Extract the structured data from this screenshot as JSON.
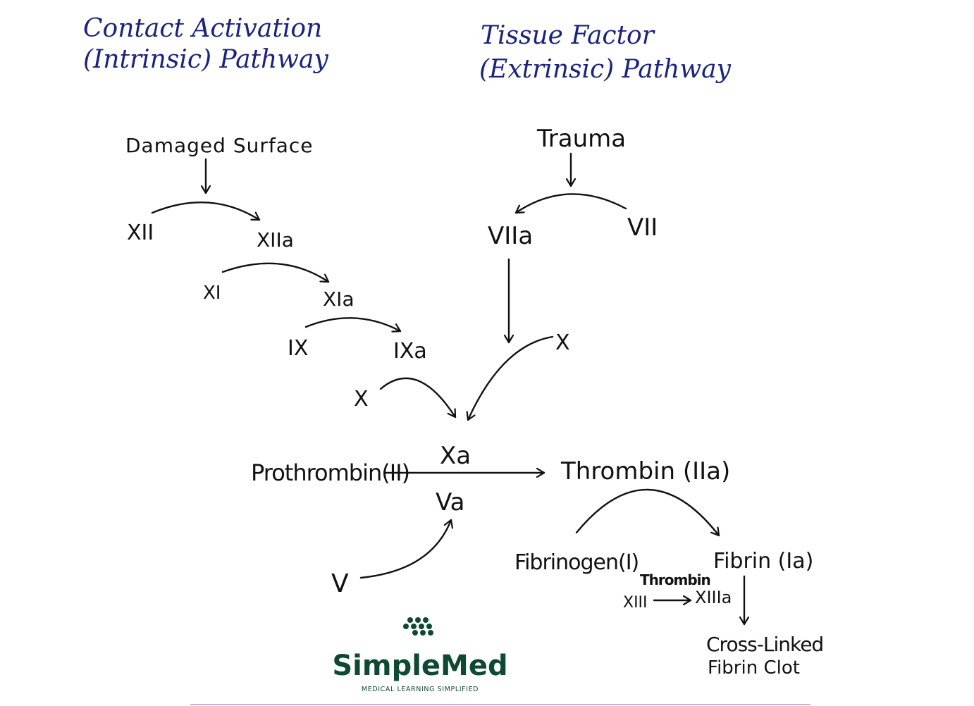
{
  "headings": {
    "intrinsic_line1": "Contact Activation",
    "intrinsic_line2": "(Intrinsic) Pathway",
    "extrinsic_line1": "Tissue Factor",
    "extrinsic_line2": "(Extrinsic) Pathway"
  },
  "intrinsic": {
    "trigger": "Damaged Surface",
    "f12": "XII",
    "f12a": "XIIa",
    "f11": "XI",
    "f11a": "XIa",
    "f9": "IX",
    "f9a": "IXa",
    "f10": "X"
  },
  "extrinsic": {
    "trigger": "Trauma",
    "f7": "VII",
    "f7a": "VIIa",
    "f10": "X"
  },
  "common": {
    "xa": "Xa",
    "prothrombin": "Prothrombin(II)",
    "thrombin": "Thrombin (IIa)",
    "va": "Va",
    "v": "V",
    "fibrinogen": "Fibrinogen(I)",
    "fibrin": "Fibrin (Ia)",
    "thrombin_label": "Thrombin",
    "f13": "XIII",
    "f13a": "XIIIa",
    "clot_line1": "Cross-Linked",
    "clot_line2": "Fibrin Clot"
  },
  "logo": {
    "name": "SimpleMed",
    "tagline": "MEDICAL LEARNING SIMPLIFIED",
    "color": "#0e4a32"
  },
  "colors": {
    "heading": "#1a237e",
    "ink": "#111111",
    "bottom_rule": "#c9b3d6"
  }
}
